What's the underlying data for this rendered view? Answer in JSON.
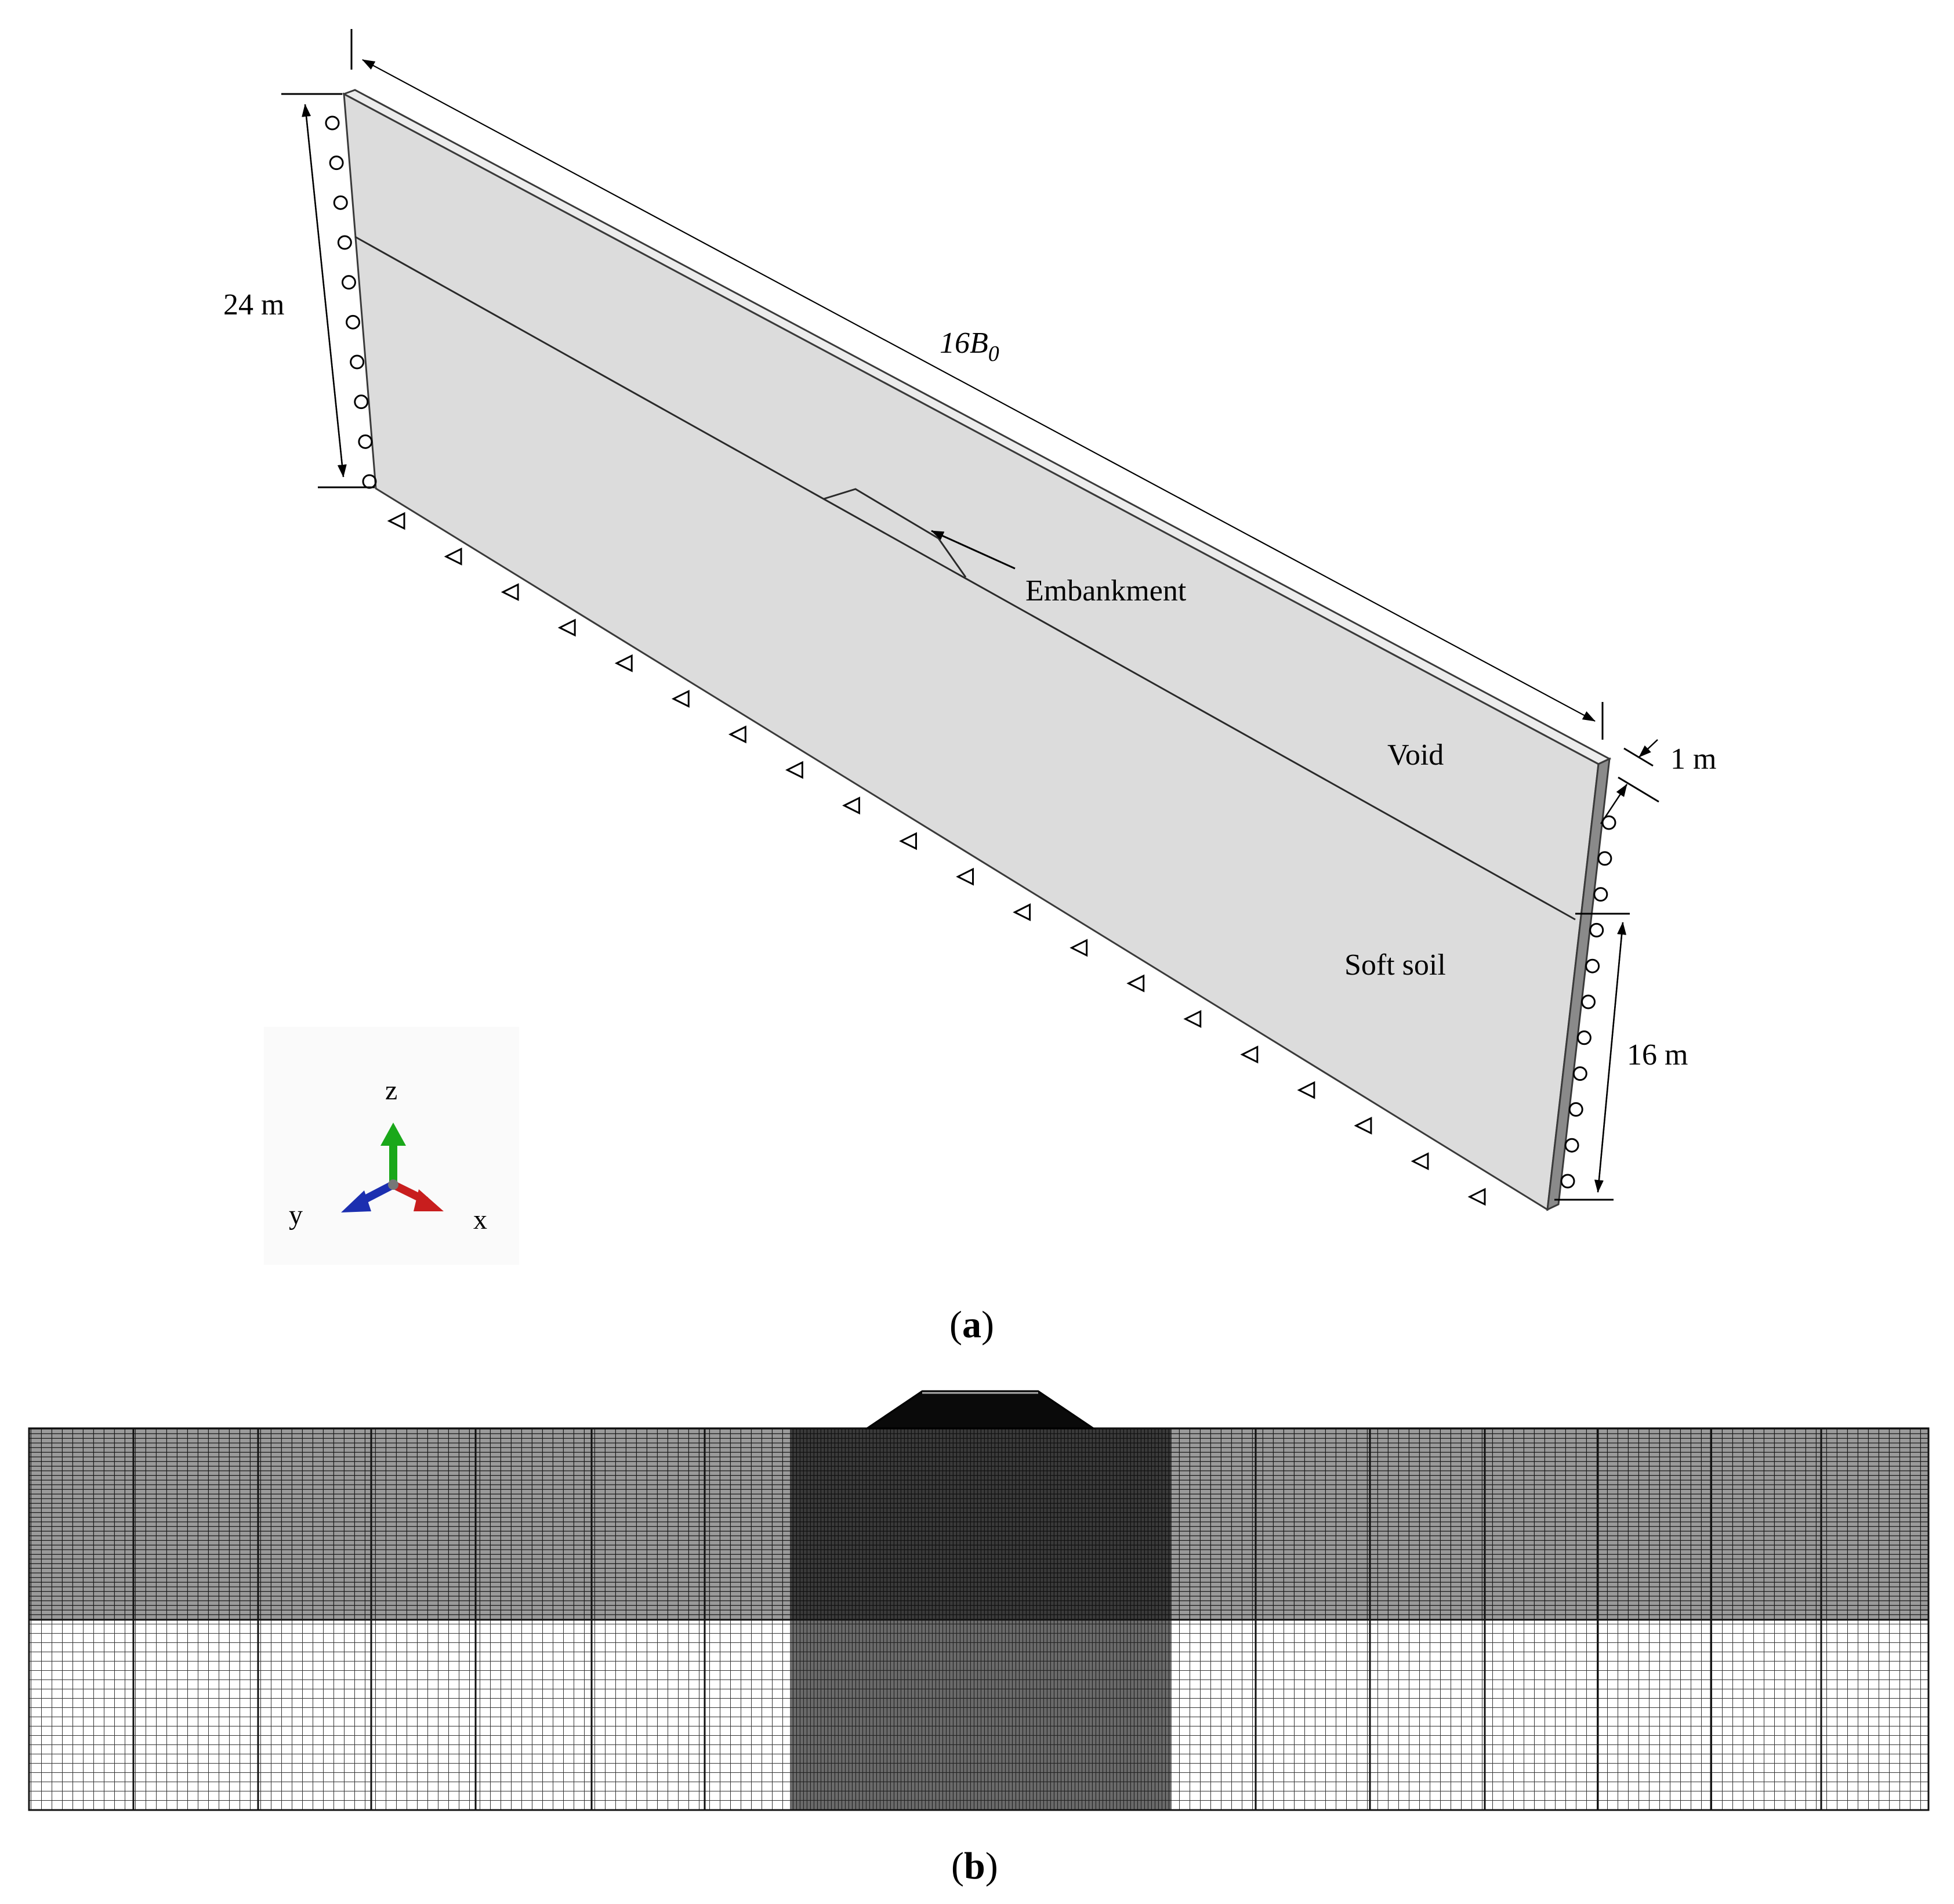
{
  "panel_a": {
    "caption": "(a)",
    "caption_letter": "a",
    "dims": {
      "height_total": "24 m",
      "length": "16B",
      "length_sub": "0",
      "thickness": "1 m",
      "soil_depth": "16 m"
    },
    "regions": {
      "embankment": "Embankment",
      "void": "Void",
      "soft_soil": "Soft soil"
    },
    "axis_triad": {
      "z": "z",
      "y": "y",
      "x": "x",
      "colors": {
        "z": "#1aa81a",
        "y": "#1c2fb0",
        "x": "#c81e1e"
      }
    },
    "boundary_symbols": {
      "side": "roller-circle",
      "bottom": "pin-triangle"
    }
  },
  "panel_b": {
    "caption": "(b)",
    "caption_letter": "b"
  }
}
